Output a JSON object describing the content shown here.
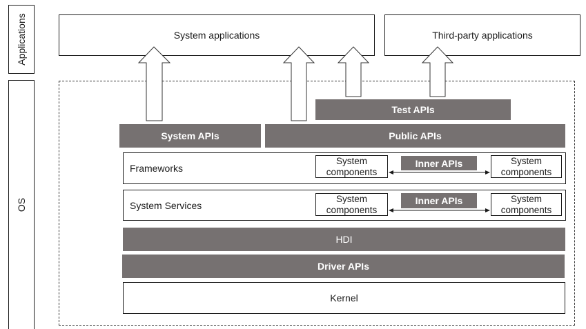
{
  "side_labels": {
    "applications": "Applications",
    "os": "OS"
  },
  "applications": {
    "system": "System applications",
    "third_party": "Third-party applications"
  },
  "api_layers": {
    "test_apis": "Test APIs",
    "system_apis": "System APIs",
    "public_apis": "Public APIs"
  },
  "rows": [
    {
      "label": "Frameworks",
      "left_component": "System components",
      "inner_apis": "Inner APIs",
      "right_component": "System components"
    },
    {
      "label": "System Services",
      "left_component": "System components",
      "inner_apis": "Inner APIs",
      "right_component": "System components"
    }
  ],
  "lower_layers": {
    "hdi": "HDI",
    "driver_apis": "Driver APIs",
    "kernel": "Kernel"
  },
  "colors": {
    "api_fill": "#767171",
    "api_text": "#ffffff",
    "line": "#1a1a1a"
  }
}
